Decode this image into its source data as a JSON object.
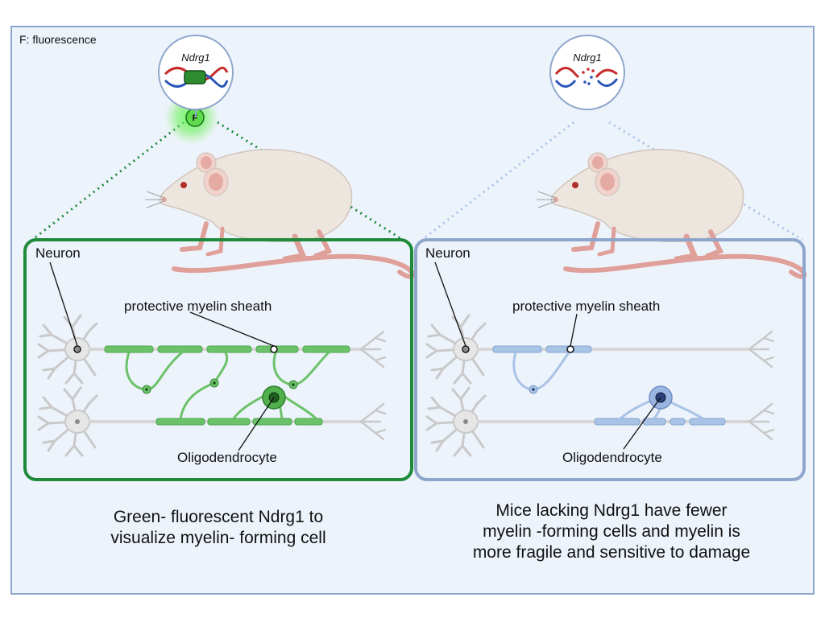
{
  "legend": "F: fluorescence",
  "gene_label_left": "Ndrg1",
  "gene_label_right": "Ndrg1",
  "fluorescence_marker": "F",
  "left_panel": {
    "neuron_label": "Neuron",
    "sheath_label": "protective myelin sheath",
    "oligo_label": "Oligodendrocyte",
    "caption_lines": [
      "Green- fluorescent Ndrg1 to",
      "visualize myelin- forming cell"
    ]
  },
  "right_panel": {
    "neuron_label": "Neuron",
    "sheath_label": "protective myelin sheath",
    "oligo_label": "Oligodendrocyte",
    "caption_lines": [
      "Mice lacking Ndrg1 have fewer",
      "myelin -forming cells and myelin is",
      "more fragile and sensitive to damage"
    ]
  },
  "colors": {
    "background": "#edf3fb",
    "outer_border": "#8fa6cc",
    "green_panel_border": "#1f8a3a",
    "blue_panel_border": "#8fa6cc",
    "myelin_green": "#6cc26a",
    "myelin_blue": "#a9c3e6",
    "axon": "#d6d6d6",
    "mouse_body": "#ede6df",
    "mouse_tail": "#e0a09a"
  }
}
